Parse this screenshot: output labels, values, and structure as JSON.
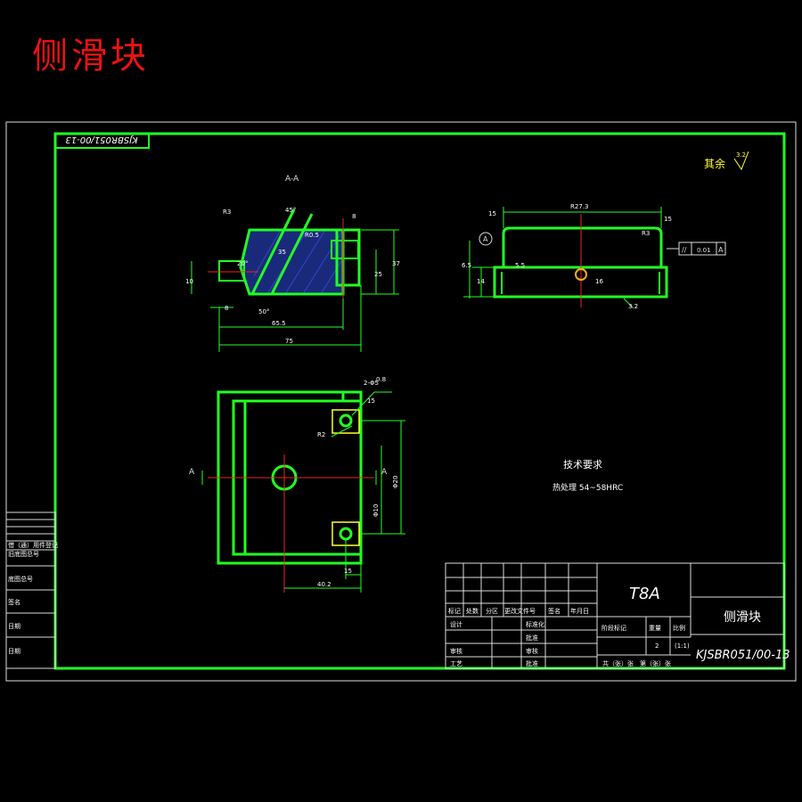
{
  "page": {
    "title": "侧滑块"
  },
  "drawing": {
    "code": "KJSBR051/00-13",
    "roughness_other": "其余",
    "roughness_value": "3.2",
    "section_label": "A-A",
    "section_mark": "A",
    "datum_label": "A",
    "tech_title": "技术要求",
    "tech_text": "热处理 54~58HRC",
    "material": "T8A",
    "part_name": "侧滑块",
    "tolerance_frame": {
      "symbol": "//",
      "value": "0.01",
      "datum": "A"
    },
    "dims_section": [
      "R3",
      "45°",
      "R0.5",
      "20°",
      "10",
      "8",
      "65.5",
      "75",
      "37",
      "25",
      "8",
      "50°",
      "35"
    ],
    "dims_right": [
      "15",
      "R27.3",
      "15",
      "R3",
      "5.5",
      "14",
      "6.5",
      "16",
      "3.2"
    ],
    "dims_plan": [
      "2-Φ5",
      "R2",
      "Φ20",
      "Φ10",
      "15",
      "40.2",
      "0.8",
      "15"
    ],
    "left_strip": [
      "借（通）用件登记",
      "旧底图总号",
      "底图总号",
      "签名",
      "日期",
      "日期"
    ],
    "title_block": {
      "row_labels": [
        "标记",
        "处数",
        "分区",
        "更改文件号",
        "签名",
        "年月日"
      ],
      "roles": [
        "设计",
        "审核",
        "工艺"
      ],
      "mid": [
        "标准化",
        "批准",
        "",
        "审核",
        "批准"
      ],
      "stage_headers": [
        "阶段标记",
        "重量",
        "比例"
      ],
      "scale": "(1:1)",
      "weight": "2",
      "sheets": "共（张）张　第（张）张"
    }
  }
}
